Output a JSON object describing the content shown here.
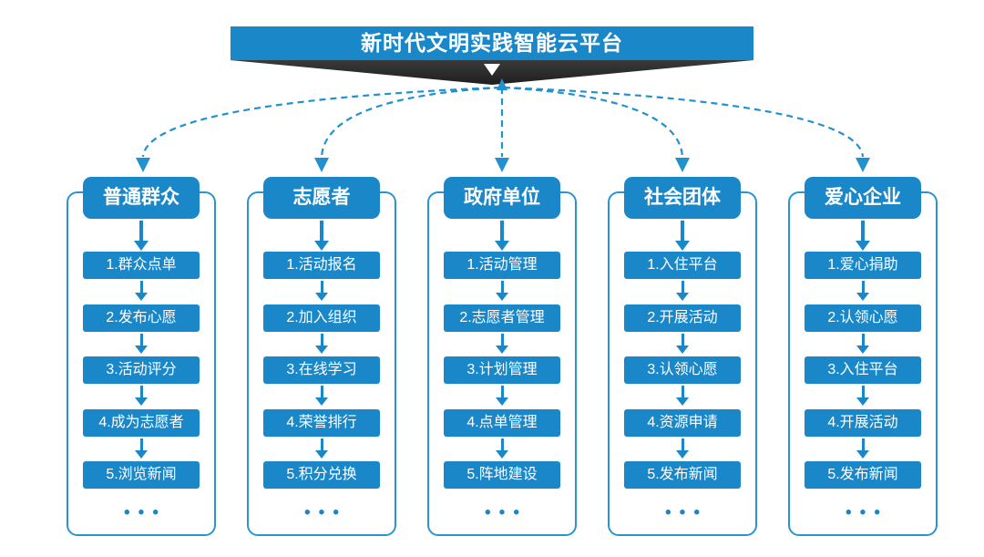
{
  "banner": {
    "title": "新时代文明实践智能云平台"
  },
  "colors": {
    "primary_blue": "#1a87c8",
    "connector_blue": "#2191d0",
    "container_border": "#2a93d0",
    "ribbon_dark": "#2e2e2e",
    "text_white": "#ffffff",
    "background": "#ffffff"
  },
  "ellipsis": "•••",
  "columns": [
    {
      "title": "普通群众",
      "items": [
        "1.群众点单",
        "2.发布心愿",
        "3.活动评分",
        "4.成为志愿者",
        "5.浏览新闻"
      ]
    },
    {
      "title": "志愿者",
      "items": [
        "1.活动报名",
        "2.加入组织",
        "3.在线学习",
        "4.荣誉排行",
        "5.积分兑换"
      ]
    },
    {
      "title": "政府单位",
      "items": [
        "1.活动管理",
        "2.志愿者管理",
        "3.计划管理",
        "4.点单管理",
        "5.阵地建设"
      ]
    },
    {
      "title": "社会团体",
      "items": [
        "1.入住平台",
        "2.开展活动",
        "3.认领心愿",
        "4.资源申请",
        "5.发布新闻"
      ]
    },
    {
      "title": "爱心企业",
      "items": [
        "1.爱心捐助",
        "2.认领心愿",
        "3.入住平台",
        "4.开展活动",
        "5.发布新闻"
      ]
    }
  ]
}
